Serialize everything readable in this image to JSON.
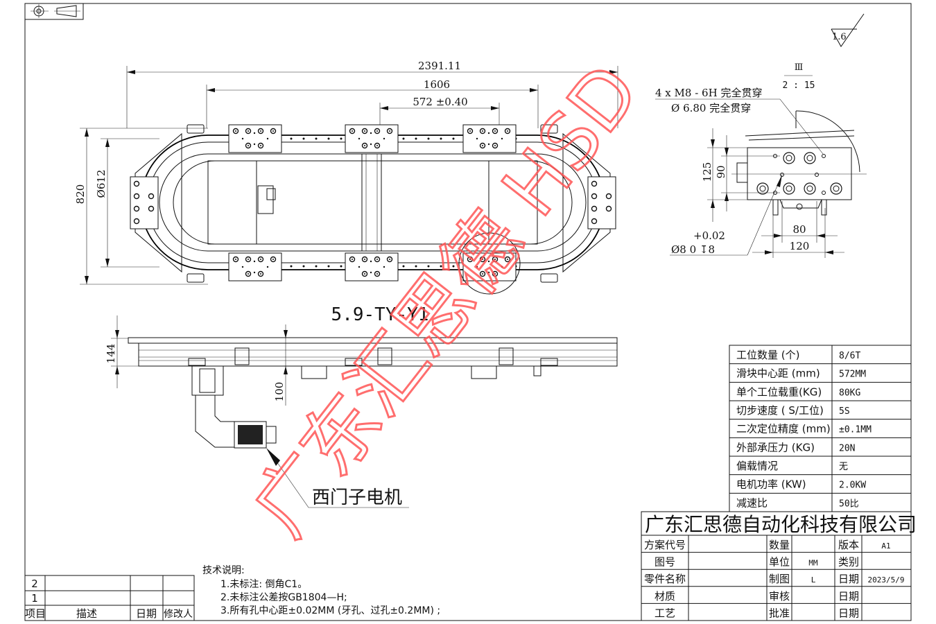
{
  "drawing": {
    "model_label": "5.9-TY-Y1",
    "motor_label": "西门子电机",
    "top_view_dims": {
      "overall_length": "2391.11",
      "center_length": "1606",
      "pitch": "572 ±0.40",
      "overall_width": "820",
      "diameter": "Ø612"
    },
    "side_view_dims": {
      "height": "144",
      "offset": "100"
    },
    "detail": {
      "view_mark": "Ⅲ",
      "scale": "2 : 15",
      "roughness": "1.6",
      "thread_note": "4 x  M8 - 6H 完全贯穿",
      "hole_note": "Ø 6.80 完全贯穿",
      "pin_tol": "+0.02",
      "pin_note": "Ø8    0    ↧8",
      "dim_125": "125",
      "dim_90": "90",
      "dim_80": "80",
      "dim_120": "120"
    },
    "watermark": "广东汇思德 HSD"
  },
  "specs": [
    {
      "label": "工位数量 (个)",
      "value": "8/6T"
    },
    {
      "label": "滑块中心距 (mm)",
      "value": "572MM"
    },
    {
      "label": "单个工位载重(KG)",
      "value": "80KG"
    },
    {
      "label": "切步速度 ( S/工位)",
      "value": "5S"
    },
    {
      "label": "二次定位精度 (mm)",
      "value": "±0.1MM"
    },
    {
      "label": "外部承压力 (KG)",
      "value": "20N"
    },
    {
      "label": "偏载情况",
      "value": "无"
    },
    {
      "label": "电机功率 (KW)",
      "value": "2.0KW"
    },
    {
      "label": "减速比",
      "value": "50比"
    }
  ],
  "title_block": {
    "company": "广东汇思德自动化科技有限公司",
    "rows": [
      {
        "l1": "方案代号",
        "v1": "",
        "l2": "数量",
        "v2": "",
        "l3": "版本",
        "v3": "A1"
      },
      {
        "l1": "图号",
        "v1": "",
        "l2": "单位",
        "v2": "MM",
        "l3": "类别",
        "v3": ""
      },
      {
        "l1": "零件名称",
        "v1": "",
        "l2": "制图",
        "v2": "L",
        "l3": "日期",
        "v3": "2023/5/9"
      },
      {
        "l1": "材质",
        "v1": "",
        "l2": "审核",
        "v2": "",
        "l3": "日期",
        "v3": ""
      },
      {
        "l1": "工艺",
        "v1": "",
        "l2": "批准",
        "v2": "",
        "l3": "日期",
        "v3": ""
      }
    ]
  },
  "revisions": {
    "rows": [
      "2",
      "1"
    ],
    "headers": [
      "项目",
      "描述",
      "日期",
      "修改人"
    ]
  },
  "tech_notes": {
    "title": "技术说明:",
    "items": [
      "1.未标注: 倒角C1。",
      "2.未标注公差按GB1804—H;",
      "3.所有孔中心距±0.02MM (牙孔、过孔±0.2MM) ;"
    ]
  }
}
